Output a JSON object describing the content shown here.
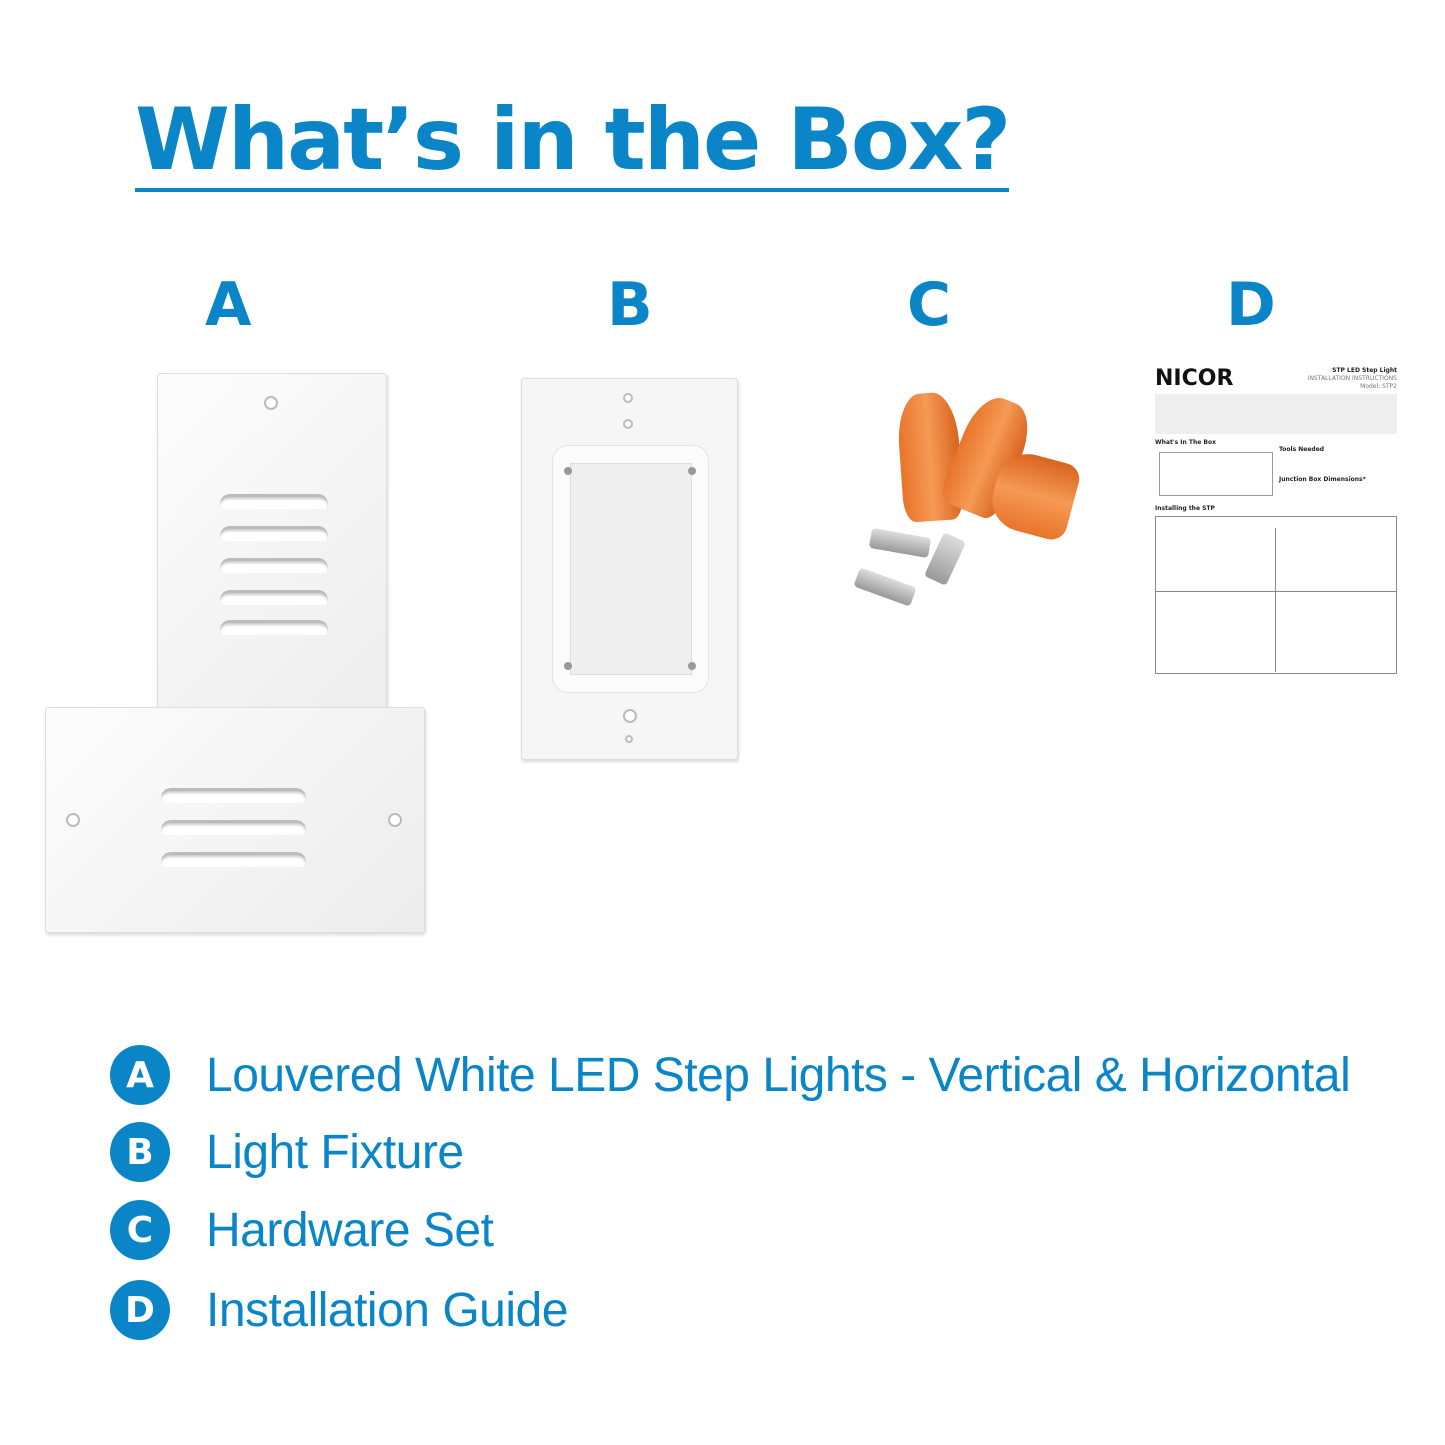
{
  "title": "What’s in the Box?",
  "accent_color": "#0a86c8",
  "items": [
    {
      "letter": "A",
      "label": "Louvered White LED Step Lights - Vertical & Horizontal"
    },
    {
      "letter": "B",
      "label": "Light Fixture"
    },
    {
      "letter": "C",
      "label": "Hardware Set"
    },
    {
      "letter": "D",
      "label": "Installation Guide"
    }
  ],
  "guide": {
    "brand": "NICOR",
    "product": "STP LED Step Light",
    "subtitle": "INSTALLATION INSTRUCTIONS",
    "model": "Model: STP2",
    "box_heading": "What's In The Box",
    "tools_heading": "Tools Needed",
    "junction_heading": "Junction Box Dimensions*",
    "install_heading": "Installing the STP"
  }
}
